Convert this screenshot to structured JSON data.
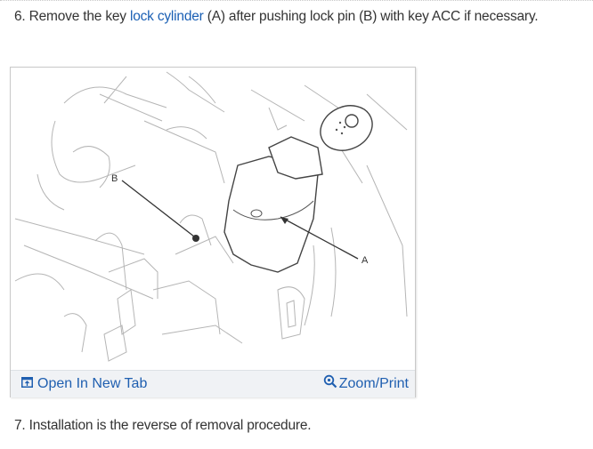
{
  "steps": [
    {
      "number": "6.",
      "text_before": " Remove the key ",
      "link_text": "lock cylinder",
      "text_after": " (A) after pushing lock pin (B) with key ACC if necessary."
    },
    {
      "number": "7.",
      "text": " Installation is the reverse of removal procedure."
    }
  ],
  "figure": {
    "callouts": {
      "a": "A",
      "b": "B"
    },
    "actions": {
      "open_label": "Open In New Tab",
      "open_icon": "open-new-tab-icon",
      "zoom_label": "Zoom/Print",
      "zoom_icon": "magnifier-zoom-icon"
    }
  },
  "colors": {
    "link": "#1a5fb4",
    "text": "#333333",
    "footer_bg": "#f0f2f5",
    "frame_border": "#c9c9c9"
  }
}
